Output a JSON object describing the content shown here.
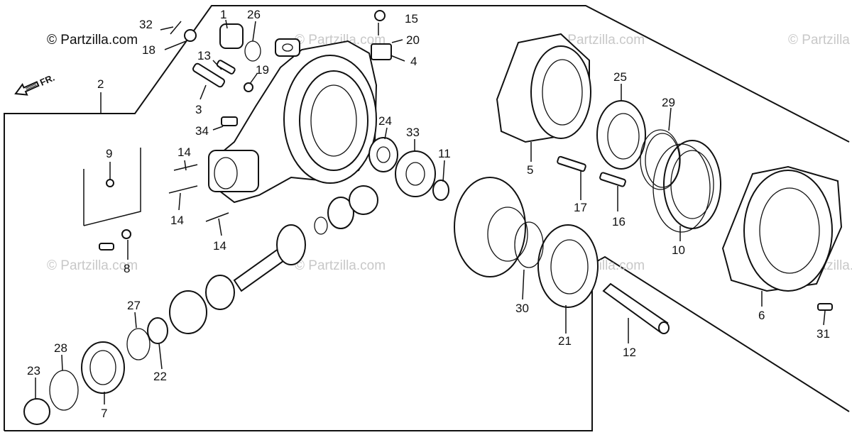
{
  "watermark": {
    "primary": "© Partzilla.com",
    "faded": [
      "© Partzilla.com",
      "© Partzilla.com",
      "© Partzilla.com",
      "© Partzilla.com",
      "© Partzilla.com",
      "© Partzilla.com",
      "© Partzilla"
    ]
  },
  "direction_label": "FR.",
  "callouts": [
    "1",
    "2",
    "3",
    "4",
    "5",
    "6",
    "7",
    "8",
    "9",
    "10",
    "11",
    "12",
    "13",
    "14",
    "14",
    "14",
    "15",
    "16",
    "17",
    "18",
    "19",
    "20",
    "21",
    "22",
    "23",
    "24",
    "25",
    "26",
    "27",
    "28",
    "29",
    "30",
    "31",
    "32",
    "33",
    "34"
  ]
}
